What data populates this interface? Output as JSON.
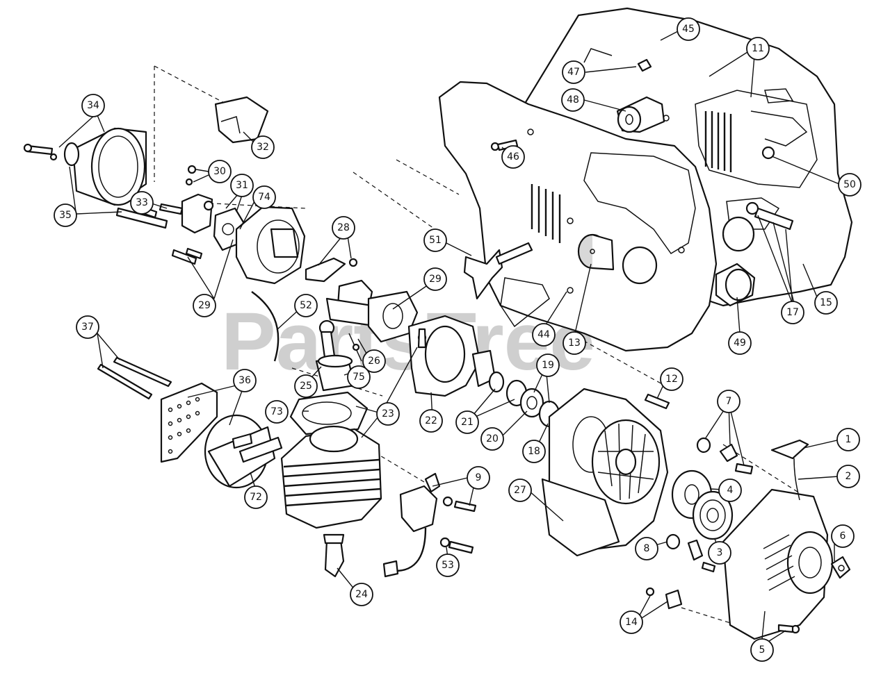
{
  "watermark": {
    "text": "PartsTree",
    "trademark": "TM"
  },
  "callouts": [
    {
      "id": "c45",
      "label": "45"
    },
    {
      "id": "c11",
      "label": "11"
    },
    {
      "id": "c47",
      "label": "47"
    },
    {
      "id": "c48",
      "label": "48"
    },
    {
      "id": "c46",
      "label": "46"
    },
    {
      "id": "c50",
      "label": "50"
    },
    {
      "id": "c34",
      "label": "34"
    },
    {
      "id": "c32",
      "label": "32"
    },
    {
      "id": "c30",
      "label": "30"
    },
    {
      "id": "c31",
      "label": "31"
    },
    {
      "id": "c74",
      "label": "74"
    },
    {
      "id": "c33",
      "label": "33"
    },
    {
      "id": "c35",
      "label": "35"
    },
    {
      "id": "c28",
      "label": "28"
    },
    {
      "id": "c29a",
      "label": "29"
    },
    {
      "id": "c51",
      "label": "51"
    },
    {
      "id": "c29b",
      "label": "29"
    },
    {
      "id": "c44",
      "label": "44"
    },
    {
      "id": "c13",
      "label": "13"
    },
    {
      "id": "c49",
      "label": "49"
    },
    {
      "id": "c17",
      "label": "17"
    },
    {
      "id": "c15",
      "label": "15"
    },
    {
      "id": "c52",
      "label": "52"
    },
    {
      "id": "c26",
      "label": "26"
    },
    {
      "id": "c25",
      "label": "25"
    },
    {
      "id": "c75",
      "label": "75"
    },
    {
      "id": "c37",
      "label": "37"
    },
    {
      "id": "c36",
      "label": "36"
    },
    {
      "id": "c73",
      "label": "73"
    },
    {
      "id": "c23",
      "label": "23"
    },
    {
      "id": "c22",
      "label": "22"
    },
    {
      "id": "c21",
      "label": "21"
    },
    {
      "id": "c19",
      "label": "19"
    },
    {
      "id": "c20",
      "label": "20"
    },
    {
      "id": "c18",
      "label": "18"
    },
    {
      "id": "c12",
      "label": "12"
    },
    {
      "id": "c7",
      "label": "7"
    },
    {
      "id": "c1",
      "label": "1"
    },
    {
      "id": "c2",
      "label": "2"
    },
    {
      "id": "c72",
      "label": "72"
    },
    {
      "id": "c9",
      "label": "9"
    },
    {
      "id": "c27",
      "label": "27"
    },
    {
      "id": "c4",
      "label": "4"
    },
    {
      "id": "c8",
      "label": "8"
    },
    {
      "id": "c3",
      "label": "3"
    },
    {
      "id": "c6",
      "label": "6"
    },
    {
      "id": "c53",
      "label": "53"
    },
    {
      "id": "c24",
      "label": "24"
    },
    {
      "id": "c14",
      "label": "14"
    },
    {
      "id": "c5",
      "label": "5"
    }
  ]
}
